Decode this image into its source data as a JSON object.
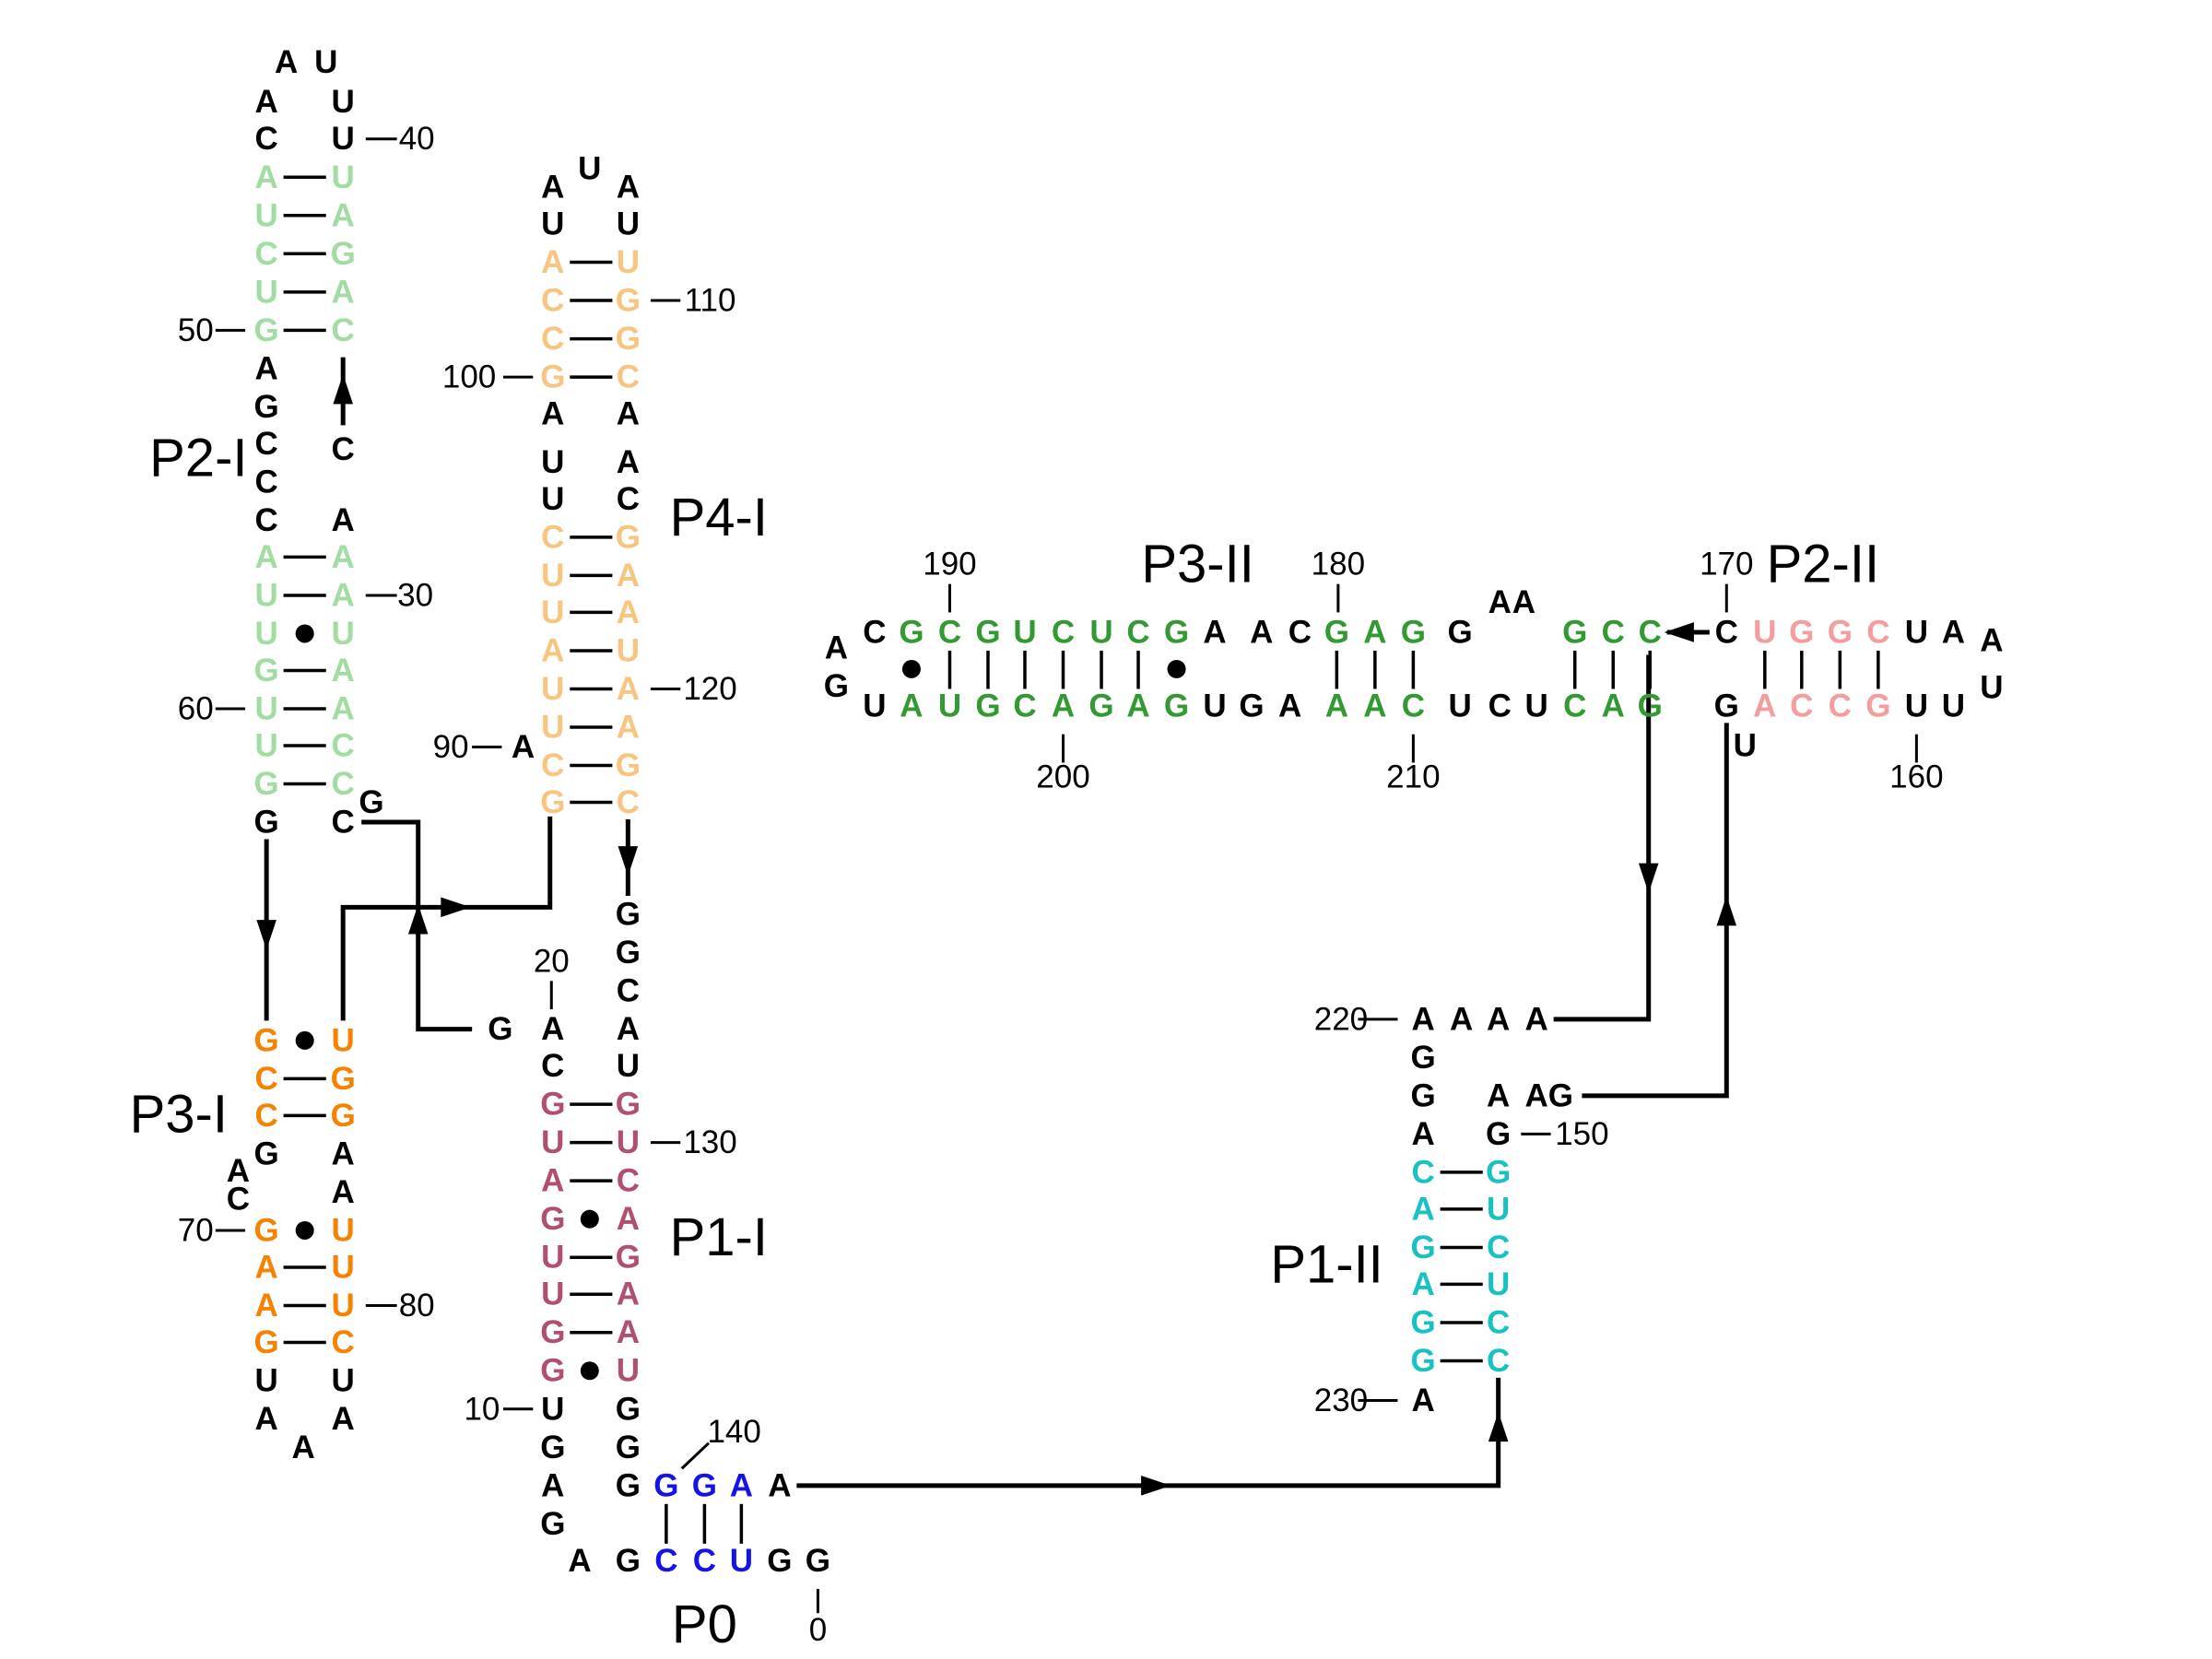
{
  "colors": {
    "default": "#000000",
    "P0": "#1414e6",
    "P1-I": "#b04f72",
    "P2-I": "#a3dca3",
    "P3-I": "#f58200",
    "P4-I": "#f7c57f",
    "P1-II": "#19c2c2",
    "P2-II": "#f59d9d",
    "P3-II": "#339933"
  },
  "regions": [
    {
      "id": "P2-I",
      "label": "P2-I"
    },
    {
      "id": "P3-I",
      "label": "P3-I"
    },
    {
      "id": "P4-I",
      "label": "P4-I"
    },
    {
      "id": "P1-I",
      "label": "P1-I"
    },
    {
      "id": "P0",
      "label": "P0"
    },
    {
      "id": "P3-II",
      "label": "P3-II"
    },
    {
      "id": "P2-II",
      "label": "P2-II"
    },
    {
      "id": "P1-II",
      "label": "P1-II"
    }
  ],
  "position_numbers": [
    "0",
    "10",
    "20",
    "30",
    "40",
    "50",
    "60",
    "70",
    "80",
    "90",
    "100",
    "110",
    "120",
    "130",
    "140",
    "150",
    "160",
    "170",
    "180",
    "190",
    "200",
    "210",
    "220",
    "230"
  ],
  "nucleotides": {
    "P2-I": [
      "A",
      "U",
      "A",
      "U",
      "C",
      "U",
      "A",
      "U",
      "U",
      "A",
      "C",
      "G",
      "U",
      "A",
      "G",
      "C",
      "A",
      "G",
      "C",
      "C",
      "C",
      "C",
      "A",
      "A",
      "A",
      "U",
      "A",
      "U",
      "U",
      "G",
      "A",
      "U",
      "A",
      "U",
      "C",
      "G",
      "C",
      "G",
      "C",
      "G",
      "U"
    ],
    "P3-I": [
      "G",
      "U",
      "C",
      "G",
      "C",
      "G",
      "G",
      "A",
      "A",
      "C",
      "A",
      "G",
      "U",
      "A",
      "U",
      "A",
      "U",
      "G",
      "C",
      "U",
      "U",
      "A",
      "A",
      "A"
    ],
    "P4-I": [
      "A",
      "U",
      "A",
      "U",
      "U",
      "A",
      "U",
      "C",
      "G",
      "C",
      "G",
      "G",
      "C",
      "A",
      "A",
      "U",
      "A",
      "U",
      "C",
      "C",
      "G",
      "U",
      "A",
      "U",
      "A",
      "A",
      "U",
      "U",
      "A",
      "U",
      "A",
      "C",
      "G",
      "G",
      "C",
      "A",
      "G"
    ],
    "P1-I": [
      "A",
      "G",
      "G",
      "C",
      "A",
      "U",
      "C",
      "G",
      "G",
      "U",
      "U",
      "A",
      "C",
      "G",
      "A",
      "U",
      "G",
      "U",
      "A",
      "G",
      "A",
      "G",
      "U",
      "U",
      "G",
      "G",
      "G",
      "A",
      "G",
      "G",
      "A",
      "G"
    ],
    "P0": [
      "G",
      "G",
      "A",
      "A",
      "C",
      "C",
      "U",
      "G",
      "G",
      "G"
    ],
    "P3-II": [
      "A",
      "C",
      "G",
      "C",
      "G",
      "U",
      "C",
      "U",
      "C",
      "G",
      "A",
      "A",
      "C",
      "G",
      "A",
      "G",
      "G",
      "A",
      "A",
      "G",
      "C",
      "C",
      "G",
      "U",
      "A",
      "U",
      "G",
      "C",
      "A",
      "G",
      "A",
      "G",
      "U",
      "G",
      "A",
      "A",
      "A",
      "C",
      "U",
      "C",
      "U",
      "C",
      "A",
      "G",
      "G",
      "C"
    ],
    "P2-II": [
      "C",
      "U",
      "G",
      "G",
      "C",
      "U",
      "A",
      "A",
      "U",
      "G",
      "A",
      "C",
      "C",
      "G",
      "U",
      "U",
      "U",
      "A"
    ],
    "P1-II": [
      "A",
      "A",
      "A",
      "A",
      "G",
      "G",
      "A",
      "A",
      "G",
      "A",
      "G",
      "C",
      "G",
      "A",
      "U",
      "G",
      "C",
      "A",
      "U",
      "G",
      "C",
      "G",
      "C",
      "A"
    ]
  }
}
